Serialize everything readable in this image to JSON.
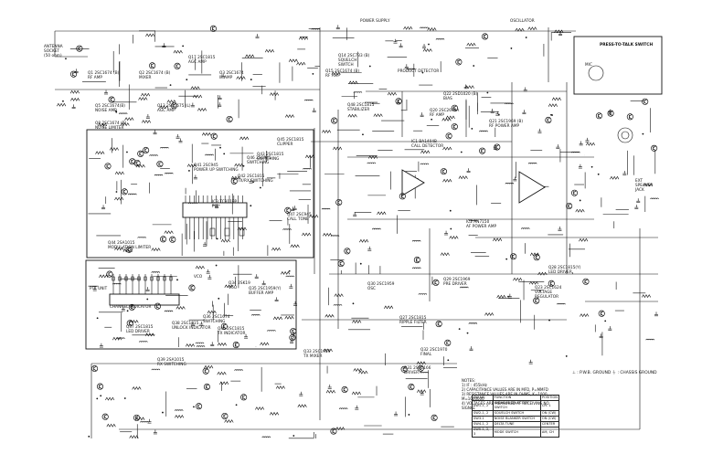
{
  "sections": [
    {
      "id": "q1",
      "text": "Q1  2SC1674 (B)\nRF AMP"
    },
    {
      "id": "q2",
      "text": "Q2  2SC1674 (B)\nMIXER"
    },
    {
      "id": "q3",
      "text": "Q3  2SC1674\nIF AMP"
    },
    {
      "id": "q5",
      "text": "Q5  2SC1674(B)\nNOISE AMP"
    },
    {
      "id": "q8",
      "text": "Q8  2SC1674 (B)\nNOISE LIMITER"
    },
    {
      "id": "q13",
      "text": "Q13  2SC1675 (L)\nAGC AMP"
    },
    {
      "id": "q14",
      "text": "Q14  2SC733 (B)\nSQUELCH\nSWITCH"
    },
    {
      "id": "q15",
      "text": "Q15  2SC1674 (B)\nRF AMP"
    },
    {
      "id": "q17",
      "text": "Q17 2SC1815\nAGC AMP"
    },
    {
      "id": "ic1",
      "text": "IC1 BA1404B\nCALL DETECTOR"
    },
    {
      "id": "ic2",
      "text": "IC2 AN7150\nAF POWER AMP"
    },
    {
      "id": "q20",
      "text": "Q20  2SC2690A\nRF AMP"
    },
    {
      "id": "q21",
      "text": "Q21  2SC1969 (B)\nRF POWER AMP"
    },
    {
      "id": "q22",
      "text": "Q22  2SD1020 (B)\nBIAS"
    },
    {
      "id": "q23",
      "text": "Q23 2SC1624\nVOLTAGE\nREGULATOR"
    },
    {
      "id": "q27",
      "text": "Q27  2SC1815\nRIPPLE FILTER"
    },
    {
      "id": "q28",
      "text": "Q28  2SC1815(Y)\nLED DRIVER"
    },
    {
      "id": "q29",
      "text": "Q29  2SC1969\nPRE DRIVER"
    },
    {
      "id": "q30",
      "text": "Q30 2SC1959\nOSC"
    },
    {
      "id": "q31",
      "text": "Q31  2SC2166\nDRIVER"
    },
    {
      "id": "q32",
      "text": "Q32  2SC1970\nFINAL"
    },
    {
      "id": "q33",
      "text": "Q33 2SC1959\nTX MIXER"
    },
    {
      "id": "ic3",
      "text": "IC3  TC9119P\nPLL"
    },
    {
      "id": "vco",
      "text": "VCO"
    },
    {
      "id": "q34",
      "text": "Q34 2SK19\nVCO"
    },
    {
      "id": "q35",
      "text": "Q35 2SC1959(Y)\nBUFFER AMP"
    },
    {
      "id": "q36",
      "text": "Q36  2SC1674\nSWITCHING"
    },
    {
      "id": "q37",
      "text": "Q37  2SC1815\nLED DRIVER"
    },
    {
      "id": "q38",
      "text": "Q38  2SC1815\nUNLOCK INDICATOR"
    },
    {
      "id": "q39",
      "text": "Q39  2SA1015\nRX SWITCHING"
    },
    {
      "id": "q40",
      "text": "Q40  2SC1815\nTX INDICATOR"
    },
    {
      "id": "channel",
      "text": "CHANNEL INDICATOR"
    },
    {
      "id": "unit",
      "text": "PTT UNIT"
    },
    {
      "id": "q41",
      "text": "Q41 2SC945\nPOWER UP SWITCHING"
    },
    {
      "id": "q42",
      "text": "Q42 2SC1815\nTX/RX SWITCHING"
    },
    {
      "id": "q43",
      "text": "Q43 2SC1815\nSWITCHING"
    },
    {
      "id": "q44",
      "text": "Q44 2SA1015\nMODULATION LIMITER"
    },
    {
      "id": "q45",
      "text": "Q45  2SC1815\nCLIPPER"
    },
    {
      "id": "q46",
      "text": "Q46  2SC945\nSWITCHING"
    },
    {
      "id": "q47",
      "text": "Q47  2SC945\nCALL TONE"
    },
    {
      "id": "q48",
      "text": "Q48  2SC1815\nSTABILIZER"
    },
    {
      "id": "prod",
      "text": "PRODUCT DETECTOR"
    },
    {
      "id": "pwr",
      "text": "POWER SUPPLY"
    },
    {
      "id": "ant",
      "text": "ANTENNA\nSOCKET\n(50 ohm)"
    },
    {
      "id": "osc",
      "text": "OSCILLATOR"
    },
    {
      "id": "spk",
      "text": "EXT\nSPEAKER\nJACK"
    },
    {
      "id": "mic",
      "text": "MIC"
    },
    {
      "id": "ptt",
      "text": "PRESS-TO-TALK SWITCH"
    }
  ],
  "notes": {
    "title": "NOTES:",
    "lines": [
      "1) IF     : 455kHz",
      "2) CAPACITANCE VALUES ARE IN MFD, P=MMFD",
      "3) RESISTANCE VALUES ARE IN OHMS, K=1000, M=1000000",
      "4) VOLTAGES ARE MEASURED AT RECEIVING NO SIGNAL"
    ]
  },
  "ground_key": "⊥ : P.W.B. GROUND    ⏚ : CHASSIS GROUND",
  "switch_table": {
    "headers": [
      "SW NO",
      "FUNCTION",
      "POSITION"
    ],
    "rows": [
      [
        "SW1-1, 2",
        "CHANNEL SELECTOR SWITCH",
        "CH. 1"
      ],
      [
        "SW2-1, 2",
        "SQUELCH SWITCH",
        "ON (CW)"
      ],
      [
        "SW3-1",
        "NOISE BLANKER SWITCH",
        "ON (CW)"
      ],
      [
        "SW4-1, 2",
        "DELTA TUNE",
        "CENTER"
      ],
      [
        "SW5-1, 2, 3",
        "MODE SWITCH",
        "AM, CH"
      ]
    ]
  },
  "colors": {
    "ink": "#111111",
    "paper": "#ffffff"
  }
}
